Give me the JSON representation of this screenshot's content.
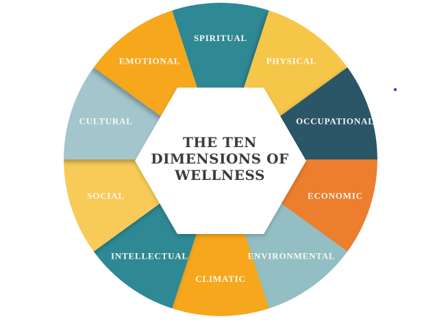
{
  "page": {
    "background_color": "#FFFFFF"
  },
  "wheel": {
    "center_title": {
      "line1": "THE TEN",
      "line2": "DIMENSIONS OF",
      "line3": "WELLNESS"
    },
    "title_color": "#3B3B3B",
    "label_color": "#FCF7EF",
    "hexagon_color": "#FFFFFF",
    "segments": [
      {
        "label": "SPIRITUAL",
        "color": "#2E8994"
      },
      {
        "label": "PHYSICAL",
        "color": "#F6C649"
      },
      {
        "label": "OCCUPATIONAL",
        "color": "#2A5767"
      },
      {
        "label": "ECONOMIC",
        "color": "#EC7E2D"
      },
      {
        "label": "ENVIRONMENTAL",
        "color": "#92BEC4"
      },
      {
        "label": "CLIMATIC",
        "color": "#F6A71E"
      },
      {
        "label": "INTELLECTUAL",
        "color": "#2E8994"
      },
      {
        "label": "SOCIAL",
        "color": "#F8CB58"
      },
      {
        "label": "CULTURAL",
        "color": "#A2C6CC"
      },
      {
        "label": "EMOTIONAL",
        "color": "#F6A71E"
      }
    ]
  },
  "artifacts": {
    "stray_dot_color": "#3C3CCE"
  }
}
